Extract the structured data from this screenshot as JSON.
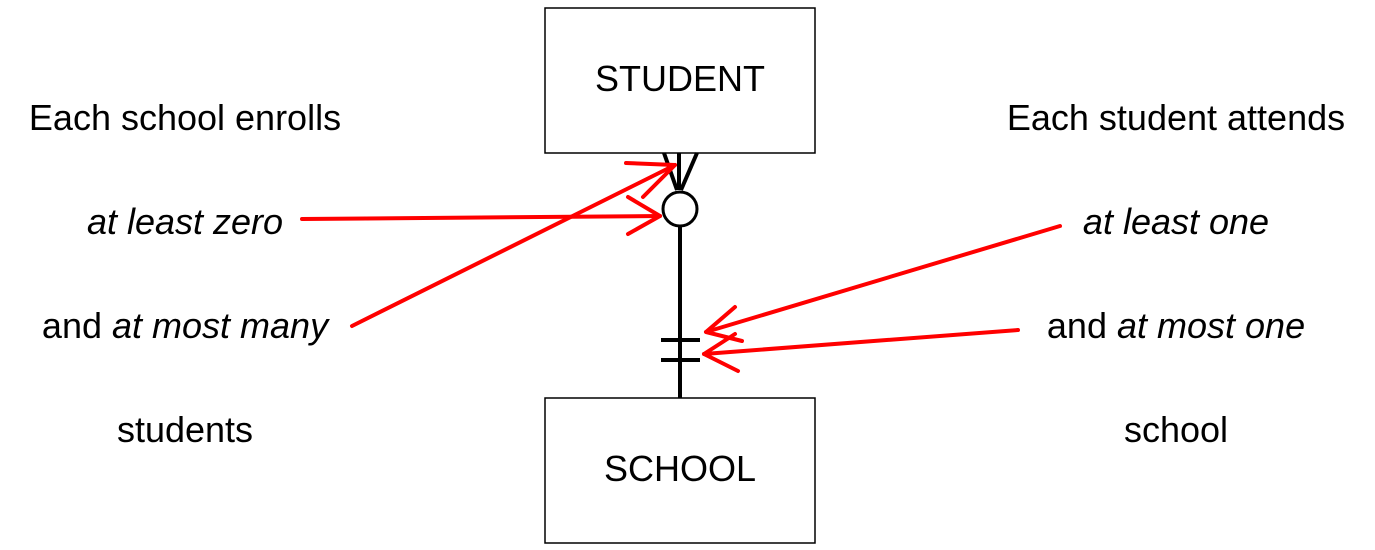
{
  "entities": {
    "top": "STUDENT",
    "bottom": "SCHOOL"
  },
  "left": {
    "heading": "Each school enrolls",
    "minimum": "at least zero",
    "maximum_prefix": "and ",
    "maximum": "at most many",
    "noun": "students"
  },
  "right": {
    "heading": "Each student attends",
    "minimum": "at least one",
    "maximum_prefix": "and ",
    "maximum": "at most one",
    "noun": "school"
  },
  "colors": {
    "line": "#000000",
    "annotation_arrow": "#ff0000",
    "background": "#ffffff"
  }
}
